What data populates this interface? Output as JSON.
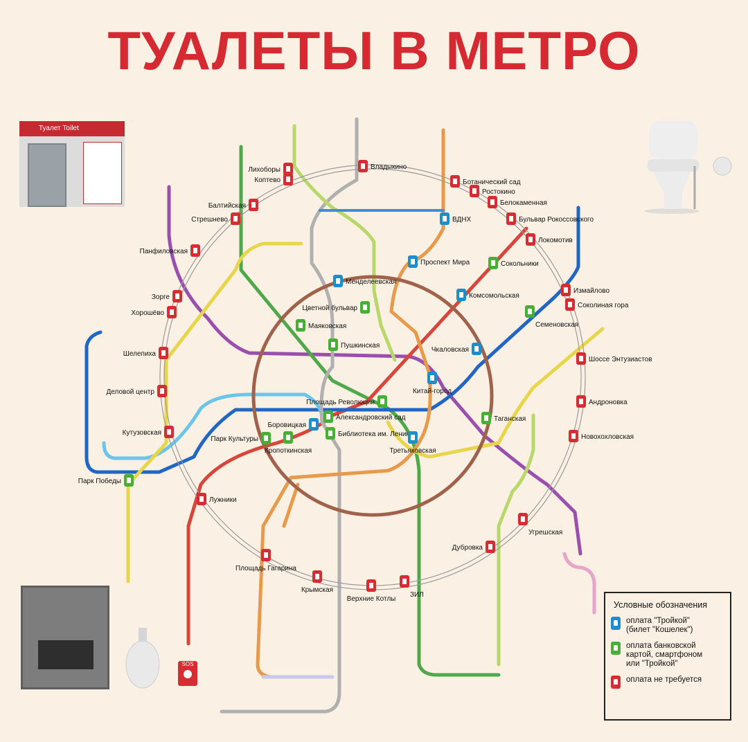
{
  "title": "ТУАЛЕТЫ В МЕТРО",
  "toilet_sign": {
    "label_ru": "Туалет",
    "label_en": "Toilet"
  },
  "sos_label": "SOS",
  "colors": {
    "title": "#d52a32",
    "paid_troika": "#1a8fd0",
    "card_or_troika": "#46b034",
    "free": "#d62c32",
    "circle_line": "#a0522d"
  },
  "legend": {
    "title": "Условные обозначения",
    "items": [
      {
        "type": "troika",
        "icon": "toilet-blue-icon",
        "text_1": "оплата \"Тройкой\"",
        "text_2": "(билет \"Кошелек\")",
        "text_3": ""
      },
      {
        "type": "card",
        "icon": "toilet-green-icon",
        "text_1": "оплата банковской",
        "text_2": "картой, смартфоном",
        "text_3": "или \"Тройкой\""
      },
      {
        "type": "free",
        "icon": "toilet-red-icon",
        "text_1": "оплата не требуется",
        "text_2": "",
        "text_3": ""
      }
    ]
  },
  "stations": [
    {
      "name": "Владыкино",
      "type": "free"
    },
    {
      "name": "Лихоборы",
      "type": "free"
    },
    {
      "name": "Коптево",
      "type": "free"
    },
    {
      "name": "Ботанический сад",
      "type": "free"
    },
    {
      "name": "Ростокино",
      "type": "free"
    },
    {
      "name": "Балтийская",
      "type": "free"
    },
    {
      "name": "Белокаменная",
      "type": "free"
    },
    {
      "name": "Стрешнево",
      "type": "free"
    },
    {
      "name": "Бульвар Рокоссовского",
      "type": "free"
    },
    {
      "name": "ВДНХ",
      "type": "troika"
    },
    {
      "name": "Локомотив",
      "type": "free"
    },
    {
      "name": "Панфиловская",
      "type": "free"
    },
    {
      "name": "Проспект Мира",
      "type": "troika"
    },
    {
      "name": "Сокольники",
      "type": "card"
    },
    {
      "name": "Менделеевская",
      "type": "troika"
    },
    {
      "name": "Измайлово",
      "type": "free"
    },
    {
      "name": "Зорге",
      "type": "free"
    },
    {
      "name": "Комсомольская",
      "type": "troika"
    },
    {
      "name": "Соколиная гора",
      "type": "free"
    },
    {
      "name": "Хорошёво",
      "type": "free"
    },
    {
      "name": "Цветной бульвар",
      "type": "card"
    },
    {
      "name": "Семеновская",
      "type": "card"
    },
    {
      "name": "Маяковская",
      "type": "card"
    },
    {
      "name": "Пушкинская",
      "type": "card"
    },
    {
      "name": "Чкаловская",
      "type": "troika"
    },
    {
      "name": "Шелепиха",
      "type": "free"
    },
    {
      "name": "Шоссе Энтузиастов",
      "type": "free"
    },
    {
      "name": "Китай-город",
      "type": "troika"
    },
    {
      "name": "Площадь Революции",
      "type": "card"
    },
    {
      "name": "Деловой центр",
      "type": "free"
    },
    {
      "name": "Андроновка",
      "type": "free"
    },
    {
      "name": "Боровицкая",
      "type": "troika"
    },
    {
      "name": "Александровский сад",
      "type": "card"
    },
    {
      "name": "Таганская",
      "type": "card"
    },
    {
      "name": "Кутузовская",
      "type": "free"
    },
    {
      "name": "Парк Культуры",
      "type": "card"
    },
    {
      "name": "Библиотека им. Ленина",
      "type": "card"
    },
    {
      "name": "Новохохловская",
      "type": "free"
    },
    {
      "name": "Кропоткинская",
      "type": "card"
    },
    {
      "name": "Третьяковская",
      "type": "troika"
    },
    {
      "name": "Парк Победы",
      "type": "card"
    },
    {
      "name": "Лужники",
      "type": "free"
    },
    {
      "name": "Угрешская",
      "type": "free"
    },
    {
      "name": "Дубровка",
      "type": "free"
    },
    {
      "name": "Площадь Гагарина",
      "type": "free"
    },
    {
      "name": "Крымская",
      "type": "free"
    },
    {
      "name": "Верхние Котлы",
      "type": "free"
    },
    {
      "name": "ЗИЛ",
      "type": "free"
    }
  ]
}
